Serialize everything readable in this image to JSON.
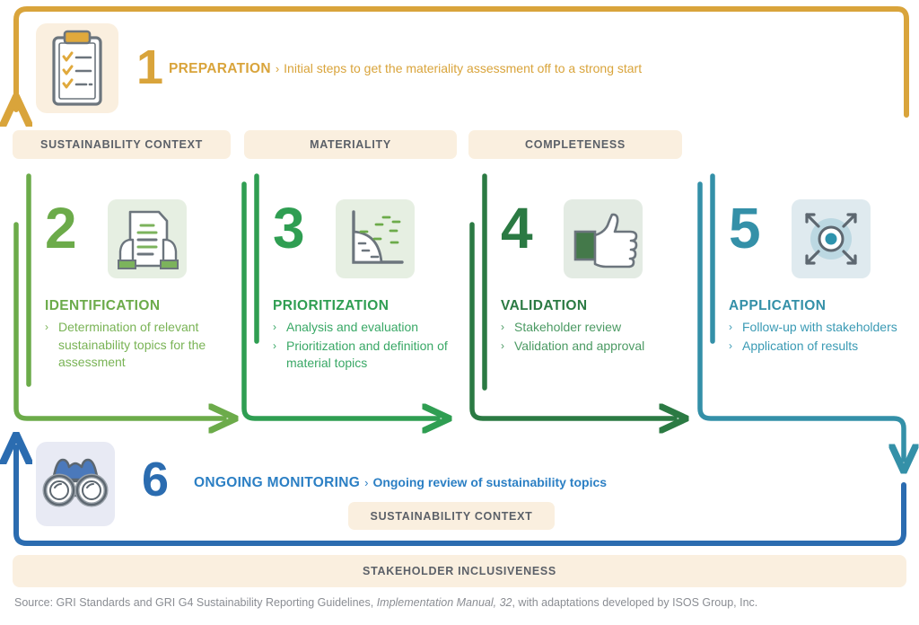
{
  "colors": {
    "gold": "#d9a43b",
    "cream": "#faefdf",
    "light_green": "#6cab4a",
    "mid_green": "#2f9e52",
    "dark_green": "#2b7a43",
    "teal": "#3490a8",
    "blue": "#2b6cb0",
    "slate_text": "#5b6068",
    "source_gray": "#8a8d93"
  },
  "step1": {
    "number": "1",
    "title": "PREPARATION",
    "chevron": "›",
    "description": "Initial steps to get the materiality assessment off to a strong start",
    "icon": "clipboard-checklist-icon"
  },
  "principle_pills": [
    {
      "label": "SUSTAINABILITY CONTEXT"
    },
    {
      "label": "MATERIALITY"
    },
    {
      "label": "COMPLETENESS"
    }
  ],
  "steps": [
    {
      "number": "2",
      "title": "IDENTIFICATION",
      "icon": "document-in-hands-icon",
      "bullets": [
        "Determination of relevant sustainability topics for the assessment"
      ]
    },
    {
      "number": "3",
      "title": "PRIORITIZATION",
      "icon": "scatter-chart-icon",
      "bullets": [
        "Analysis and evaluation",
        "Prioritization and definition of material topics"
      ]
    },
    {
      "number": "4",
      "title": "VALIDATION",
      "icon": "thumbs-up-icon",
      "bullets": [
        "Stakeholder review",
        "Validation and approval"
      ]
    },
    {
      "number": "5",
      "title": "APPLICATION",
      "icon": "target-expand-icon",
      "bullets": [
        "Follow-up with stakeholders",
        "Application of results"
      ]
    }
  ],
  "step6": {
    "number": "6",
    "title": "ONGOING MONITORING",
    "chevron": "›",
    "description": "Ongoing review of sustainability topics",
    "icon": "binoculars-icon",
    "pill_label": "SUSTAINABILITY CONTEXT"
  },
  "footer_pill": {
    "label": "STAKEHOLDER INCLUSIVENESS"
  },
  "source": {
    "prefix": "Source: GRI Standards and GRI G4 Sustainability Reporting Guidelines, ",
    "italic": "Implementation Manual, 32",
    "suffix": ", with adaptations developed by ISOS Group, Inc."
  },
  "bullet_chevron": "›"
}
